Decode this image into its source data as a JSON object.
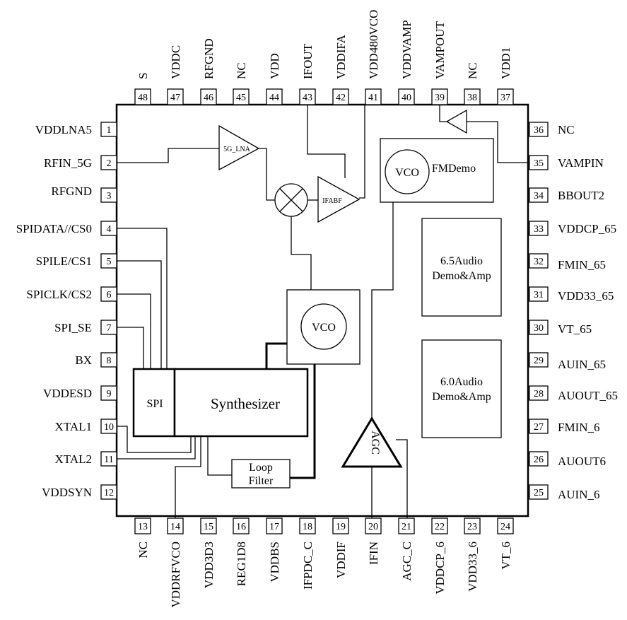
{
  "pins": {
    "p1": {
      "num": "1",
      "name": "VDDLNA5"
    },
    "p2": {
      "num": "2",
      "name": "RFIN_5G"
    },
    "p3": {
      "num": "3",
      "name": "RFGND"
    },
    "p4": {
      "num": "4",
      "name": "SPIDATA//CS0"
    },
    "p5": {
      "num": "5",
      "name": "SPILE/CS1"
    },
    "p6": {
      "num": "6",
      "name": "SPICLK/CS2"
    },
    "p7": {
      "num": "7",
      "name": "SPI_SE"
    },
    "p8": {
      "num": "8",
      "name": "BX"
    },
    "p9": {
      "num": "9",
      "name": "VDDESD"
    },
    "p10": {
      "num": "10",
      "name": "XTAL1"
    },
    "p11": {
      "num": "11",
      "name": "XTAL2"
    },
    "p12": {
      "num": "12",
      "name": "VDDSYN"
    },
    "p13": {
      "num": "13",
      "name": "NC"
    },
    "p14": {
      "num": "14",
      "name": "VDDRFVCO"
    },
    "p15": {
      "num": "15",
      "name": "VDD3D3"
    },
    "p16": {
      "num": "16",
      "name": "REG1D8"
    },
    "p17": {
      "num": "17",
      "name": "VDDBS"
    },
    "p18": {
      "num": "18",
      "name": "IFPDC_C"
    },
    "p19": {
      "num": "19",
      "name": "VDDIF"
    },
    "p20": {
      "num": "20",
      "name": "IFIN"
    },
    "p21": {
      "num": "21",
      "name": "AGC_C"
    },
    "p22": {
      "num": "22",
      "name": "VDDCP_6"
    },
    "p23": {
      "num": "23",
      "name": "VDD33_6"
    },
    "p24": {
      "num": "24",
      "name": "VT_6"
    },
    "p25": {
      "num": "25",
      "name": "AUIN_6"
    },
    "p26": {
      "num": "26",
      "name": "AUOUT6"
    },
    "p27": {
      "num": "27",
      "name": "FMIN_6"
    },
    "p28": {
      "num": "28",
      "name": "AUOUT_65"
    },
    "p29": {
      "num": "29",
      "name": "AUIN_65"
    },
    "p30": {
      "num": "30",
      "name": "VT_65"
    },
    "p31": {
      "num": "31",
      "name": "VDD33_65"
    },
    "p32": {
      "num": "32",
      "name": "FMIN_65"
    },
    "p33": {
      "num": "33",
      "name": "VDDCP_65"
    },
    "p34": {
      "num": "34",
      "name": "BBOUT2"
    },
    "p35": {
      "num": "35",
      "name": "VAMPIN"
    },
    "p36": {
      "num": "36",
      "name": "NC"
    },
    "p37": {
      "num": "37",
      "name": "VDD1"
    },
    "p38": {
      "num": "38",
      "name": "NC"
    },
    "p39": {
      "num": "39",
      "name": "VAMPOUT"
    },
    "p40": {
      "num": "40",
      "name": "VDDVAMP"
    },
    "p41": {
      "num": "41",
      "name": "VDD480VCO"
    },
    "p42": {
      "num": "42",
      "name": "VDDIFA"
    },
    "p43": {
      "num": "43",
      "name": "IFOUT"
    },
    "p44": {
      "num": "44",
      "name": "VDD"
    },
    "p45": {
      "num": "45",
      "name": "NC"
    },
    "p46": {
      "num": "46",
      "name": "RFGND"
    },
    "p47": {
      "num": "47",
      "name": "VDDC"
    },
    "p48": {
      "num": "48",
      "name": "S"
    }
  },
  "blocks": {
    "lna": "5G_LNA",
    "ifabf": "IFABF",
    "vco_fm": "VCO",
    "fmdemo": "FMDemo",
    "audio65_line1": "6.5Audio",
    "audio65_line2": "Demo&Amp",
    "audio60_line1": "6.0Audio",
    "audio60_line2": "Demo&Amp",
    "vco_main": "VCO",
    "spi": "SPI",
    "synth": "Synthesizer",
    "loop_line1": "Loop",
    "loop_line2": "Filter",
    "agc": "AGC"
  }
}
